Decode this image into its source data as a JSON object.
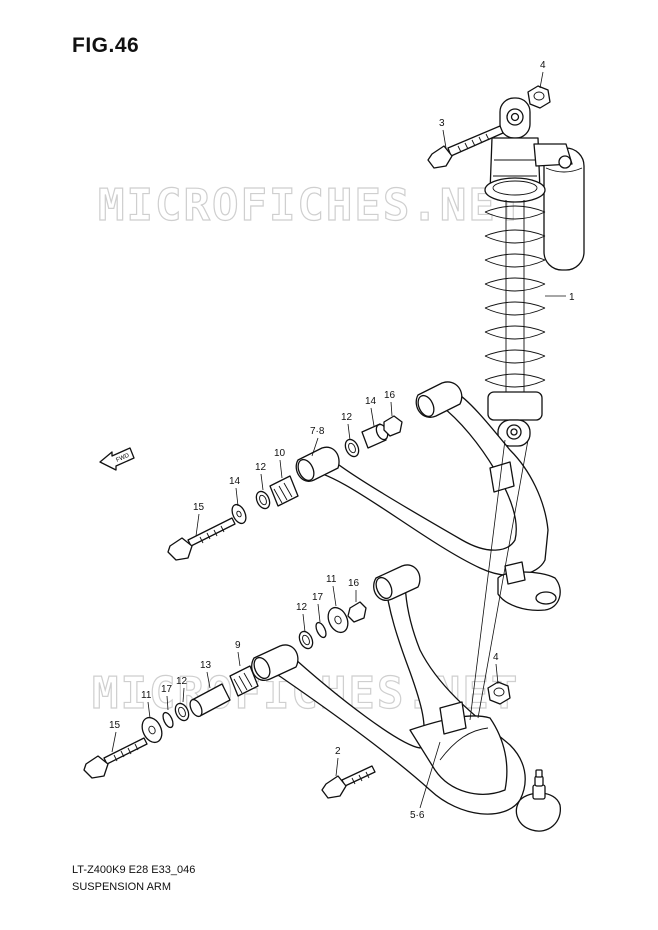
{
  "figure": {
    "title": "FIG.46",
    "model_code": "LT-Z400K9 E28 E33_046",
    "description": "SUSPENSION ARM",
    "watermark": "MICROFICHES.NET",
    "fwd_label": "FWD"
  },
  "callouts": {
    "c1": "1",
    "c2": "2",
    "c3": "3",
    "c4a": "4",
    "c4b": "4",
    "c56": "5·6",
    "c78": "7·8",
    "c9": "9",
    "c10": "10",
    "c11a": "11",
    "c11b": "11",
    "c12a": "12",
    "c12b": "12",
    "c12c": "12",
    "c12d": "12",
    "c13": "13",
    "c14a": "14",
    "c14b": "14",
    "c15a": "15",
    "c15b": "15",
    "c16a": "16",
    "c16b": "16",
    "c17a": "17",
    "c17b": "17"
  }
}
